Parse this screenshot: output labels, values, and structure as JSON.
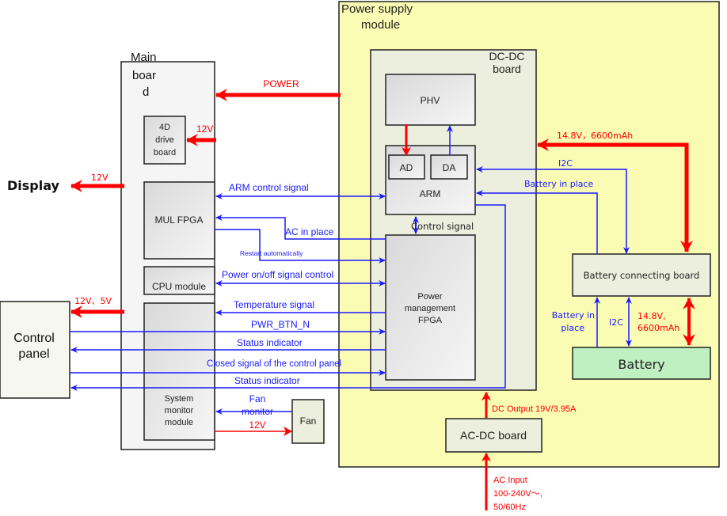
{
  "colors": {
    "power_line": "#ff0000",
    "signal_line": "#1a1aff",
    "power_supply_bg": "#fafcb4",
    "dcdc_bg": "#eceede",
    "battery_bg": "#bff0c2",
    "box_border": "#222222"
  },
  "blocks": {
    "power_supply_module": "Power supply module",
    "power_supply_module_lines": [
      "Power supply",
      "module"
    ],
    "dcdc_board_lines": [
      "DC-DC",
      "board"
    ],
    "main_board_lines": [
      "Main",
      "boar",
      "d"
    ],
    "drive_board_lines": [
      "4D",
      "drive",
      "board"
    ],
    "mul_fpga": "MUL FPGA",
    "cpu_module": "CPU module",
    "system_monitor_lines": [
      "System",
      "monitor",
      "module"
    ],
    "phv": "PHV",
    "ad": "AD",
    "da": "DA",
    "arm": "ARM",
    "power_mgmt_fpga_lines": [
      "Power",
      "management",
      "FPGA"
    ],
    "battery_connecting_board": "Battery connecting board",
    "battery": "Battery",
    "ac_dc_board": "AC-DC board",
    "fan": "Fan",
    "display": "Display",
    "control_panel_lines": [
      "Control",
      "panel"
    ]
  },
  "power_labels": {
    "power": "POWER",
    "drive_12v": "12V",
    "display_12v": "12V",
    "control_panel_power": "12V、5V",
    "fan_12v": "12V",
    "battery_to_dcdc": "14.8V，6600mAh",
    "battery_to_board_lines": [
      "14.8V,",
      "6600mAh"
    ],
    "dc_output": "DC Output 19V/3.95A",
    "ac_input_lines": [
      "AC Input",
      "100-240V～,",
      "50/60Hz"
    ]
  },
  "signal_labels": {
    "arm_control": "ARM control signal",
    "ac_in_place": "AC in place",
    "restart": "Restart automatically",
    "power_onoff": "Power on/off signal control",
    "temperature": "Temperature signal",
    "pwr_btn": "PWR_BTN_N",
    "status_1": "Status indicator",
    "closed_signal": "Closed signal of the control panel",
    "status_2": "Status indicator",
    "fan_monitor_lines": [
      "Fan",
      "monitor"
    ],
    "control_signal": "Control signal",
    "i2c_top": "I2C",
    "battery_in_place_top": "Battery in place",
    "battery_in_place_bottom_lines": [
      "Battery in",
      "place"
    ],
    "i2c_bottom": "I2C"
  }
}
